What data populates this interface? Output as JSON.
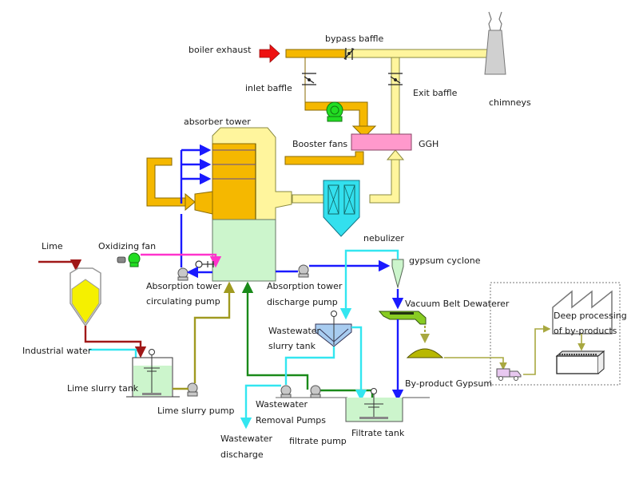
{
  "diagram": {
    "title": "Limestone-gypsum wet flue gas desulfurization process",
    "colors": {
      "flue_gas_raw": "#f5b800",
      "flue_gas_clean": "#fff59d",
      "slurry_circulation": "#1a1aff",
      "water": "#33e6f0",
      "oxidation_air": "#ff33cc",
      "lime_feed": "#a01818",
      "lime_slurry": "#a09a20",
      "filtrate": "#1a8a1a",
      "byproduct": "#a8a840",
      "absorber_liquid": "#ccf5cc",
      "ggh": "#ff99cc",
      "nebulizer": "#33e0ee",
      "fan": "#22dd22",
      "inlet_arrow": "#ee1111",
      "silo_fill": "#f5f000",
      "dewaterer": "#88cc22",
      "truck": "#e8c8f0",
      "chimney": "#d0d0d0"
    },
    "labels": {
      "boiler_exhaust": "boiler exhaust",
      "bypass_baffle": "bypass baffle",
      "inlet_baffle": "inlet baffle",
      "exit_baffle": "Exit baffle",
      "chimneys": "chimneys",
      "absorber_tower": "absorber tower",
      "booster_fans": "Booster fans",
      "ggh": "GGH",
      "nebulizer": "nebulizer",
      "lime": "Lime",
      "oxidizing_fan": "Oxidizing fan",
      "absorption_circ_pump_1": "Absorption tower",
      "absorption_circ_pump_2": "circulating pump",
      "absorption_discharge_pump_1": "Absorption tower",
      "absorption_discharge_pump_2": "discharge pump",
      "gypsum_cyclone": "gypsum cyclone",
      "vacuum_belt_dewaterer": "Vacuum Belt Dewaterer",
      "deep_processing_1": "Deep processing",
      "deep_processing_2": "of by-products",
      "industrial_water": "Industrial water",
      "lime_slurry_tank": "Lime slurry tank",
      "lime_slurry_pump": "Lime slurry pump",
      "wastewater_slurry_tank_1": "Wastewater",
      "wastewater_slurry_tank_2": "slurry tank",
      "byproduct_gypsum": "By-product Gypsum",
      "wastewater_removal_pumps_1": "Wastewater",
      "wastewater_removal_pumps_2": "Removal Pumps",
      "filtrate_pump": "filtrate pump",
      "filtrate_tank": "Filtrate tank",
      "wastewater_discharge_1": "Wastewater",
      "wastewater_discharge_2": "discharge"
    }
  }
}
